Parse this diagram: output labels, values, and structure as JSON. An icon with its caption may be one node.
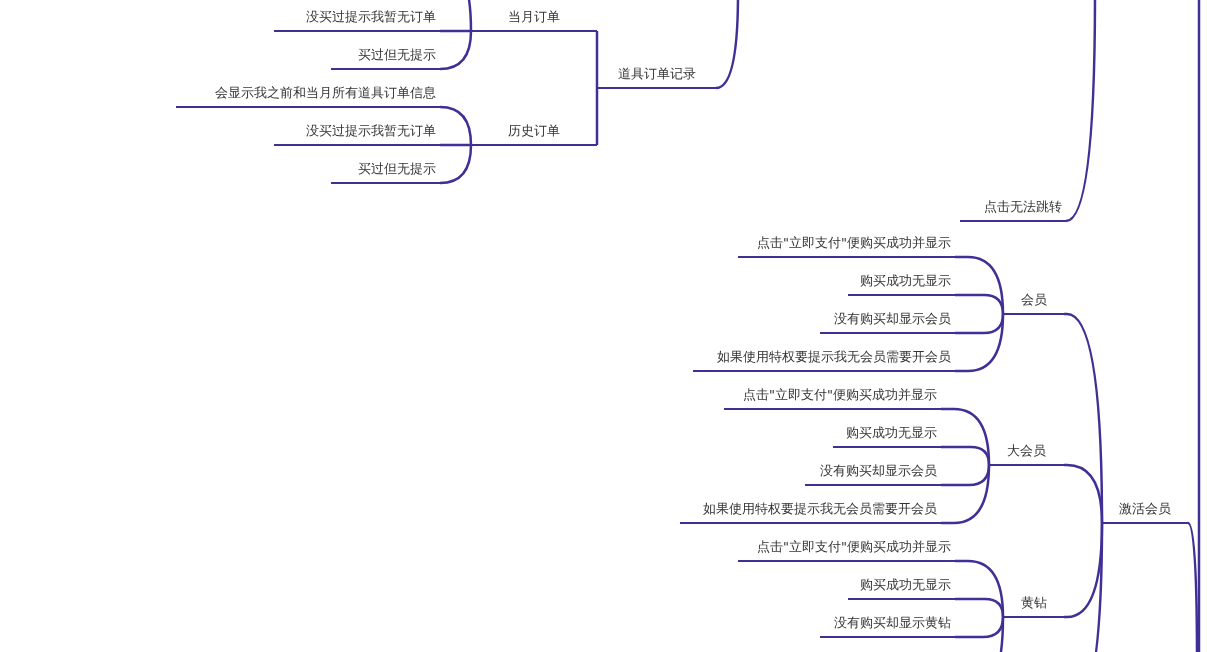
{
  "diagram": {
    "nodes": [
      {
        "text": [
          "道具订单记录"
        ]
      },
      {
        "text": [
          "当月订单"
        ]
      },
      {
        "text": [
          "没买过提示我暂无订单"
        ]
      },
      {
        "text": [
          "买过但无提示"
        ]
      },
      {
        "text": [
          "历史订单"
        ]
      },
      {
        "text": [
          "会显示我之前和当月所有道具订单信息"
        ]
      },
      {
        "text": [
          "没买过提示我暂无订单"
        ]
      },
      {
        "text": [
          "买过但无提示"
        ]
      },
      {
        "text": [
          "点击无法跳转"
        ]
      },
      {
        "text": [
          "激活会员"
        ]
      },
      {
        "text": [
          "会员"
        ]
      },
      {
        "text": [
          "点击\"立即支付\"便购买成功并显示"
        ]
      },
      {
        "text": [
          "购买成功无显示"
        ]
      },
      {
        "text": [
          "没有购买却显示会员"
        ]
      },
      {
        "text": [
          "如果使用特权要提示我无会员需要开会员"
        ]
      },
      {
        "text": [
          "大会员"
        ]
      },
      {
        "text": [
          "点击\"立即支付\"便购买成功并显示"
        ]
      },
      {
        "text": [
          "购买成功无显示"
        ]
      },
      {
        "text": [
          "没有购买却显示会员"
        ]
      },
      {
        "text": [
          "如果使用特权要提示我无会员需要开会员"
        ]
      },
      {
        "text": [
          "黄钻"
        ]
      },
      {
        "text": [
          "点击\"立即支付\"便购买成功并显示"
        ]
      },
      {
        "text": [
          "购买成功无显示"
        ]
      },
      {
        "text": [
          "没有购买却显示黄钻"
        ]
      }
    ],
    "edges": [
      {
        "from": null,
        "to": 0,
        "arrow": "none"
      },
      {
        "from": 0,
        "to": 1,
        "arrow": "none"
      },
      {
        "from": 1,
        "to": 2,
        "arrow": "none"
      },
      {
        "from": 1,
        "to": 3,
        "arrow": "none"
      },
      {
        "from": 1,
        "to": null,
        "arrow": "none"
      },
      {
        "from": 0,
        "to": 4,
        "arrow": "none"
      },
      {
        "from": 4,
        "to": 5,
        "arrow": "none"
      },
      {
        "from": 4,
        "to": 6,
        "arrow": "none"
      },
      {
        "from": 4,
        "to": 7,
        "arrow": "none"
      },
      {
        "from": null,
        "to": 8,
        "arrow": "none"
      },
      {
        "from": null,
        "to": 9,
        "arrow": "none"
      },
      {
        "from": 9,
        "to": 10,
        "arrow": "none"
      },
      {
        "from": 10,
        "to": 11,
        "arrow": "none"
      },
      {
        "from": 10,
        "to": 12,
        "arrow": "none"
      },
      {
        "from": 10,
        "to": 13,
        "arrow": "none"
      },
      {
        "from": 10,
        "to": 14,
        "arrow": "none"
      },
      {
        "from": 9,
        "to": 15,
        "arrow": "none"
      },
      {
        "from": 15,
        "to": 16,
        "arrow": "none"
      },
      {
        "from": 15,
        "to": 17,
        "arrow": "none"
      },
      {
        "from": 15,
        "to": 18,
        "arrow": "none"
      },
      {
        "from": 15,
        "to": 19,
        "arrow": "none"
      },
      {
        "from": 9,
        "to": 20,
        "arrow": "none"
      },
      {
        "from": 20,
        "to": 21,
        "arrow": "none"
      },
      {
        "from": 20,
        "to": 22,
        "arrow": "none"
      },
      {
        "from": 20,
        "to": 23,
        "arrow": "none"
      },
      {
        "from": 20,
        "to": null,
        "arrow": "none"
      },
      {
        "from": 9,
        "to": null,
        "arrow": "none"
      }
    ]
  }
}
